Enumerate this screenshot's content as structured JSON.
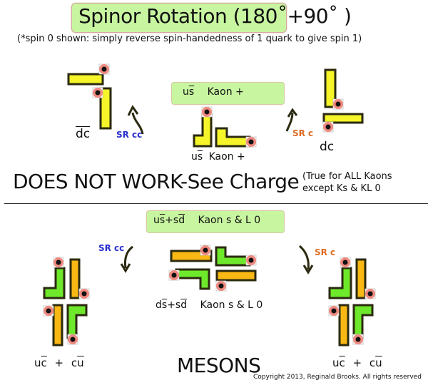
{
  "title": "Spinor Rotation (180˚+90˚ )",
  "subtitle": "(*spin 0 shown: simply reverse spin-handedness of 1 quark to give spin 1)",
  "top_section": {
    "center_box_label": {
      "quarks": "us",
      "quark_antibar": "s",
      "name": "Kaon +"
    },
    "center_caption": {
      "quarks": "us",
      "name": "Kaon +"
    },
    "left_caption": "dc",
    "left_rotation": "SR cc",
    "right_caption": "dc",
    "right_rotation": "SR c",
    "verdict": "DOES NOT WORK-See Charge",
    "note_line1": "(True for ALL Kaons",
    "note_line2": "except Ks & KL 0"
  },
  "bottom_section": {
    "center_box_label": {
      "quarks": "us+sd",
      "name": "Kaon s & L 0"
    },
    "center_caption": {
      "quarks": "ds+sd",
      "name": "Kaon s & L 0"
    },
    "left_rotation": "SR cc",
    "right_rotation": "SR c",
    "left_caption": {
      "a": "uc",
      "plus": "+",
      "b": "cu"
    },
    "right_caption": {
      "a": "uc",
      "plus": "+",
      "b": "cu"
    },
    "heading": "MESONS"
  },
  "copyright": "Copyright 2013, Reginald Brooks. All rights reserved",
  "colors": {
    "yellow_quark": "#f5f52a",
    "orange_quark": "#f9b814",
    "green_quark": "#6ee82a",
    "outline": "#2b2a10",
    "spin_dot": "#f08a80",
    "label_box": "#c8f5a0",
    "sr_cc": "#2a2fd0",
    "sr_c": "#e06a20"
  }
}
